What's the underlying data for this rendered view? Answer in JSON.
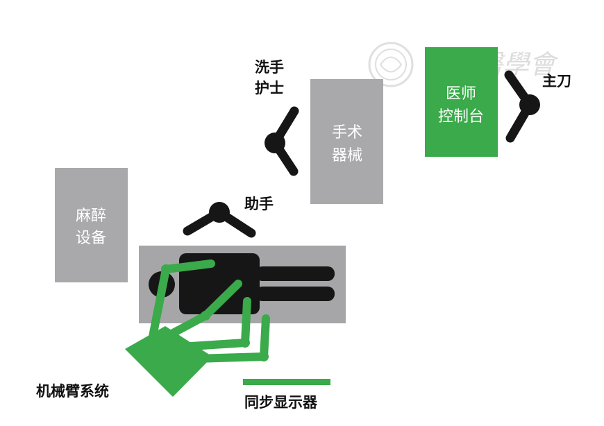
{
  "colors": {
    "gray": "#a9a9ab",
    "green": "#3aaa4a",
    "dark": "#161616",
    "table": "#a6a6a8",
    "watermark": "#dcdcdc"
  },
  "labels": {
    "scrub_nurse_line1": "洗手",
    "scrub_nurse_line2": "护士",
    "surgeon": "主刀",
    "assistant": "助手",
    "robot_arm": "机械臂系统",
    "sync_display": "同步显示器"
  },
  "boxes": {
    "instruments_line1": "手术",
    "instruments_line2": "器械",
    "console_line1": "医师",
    "console_line2": "控制台",
    "anesthesia_line1": "麻醉",
    "anesthesia_line2": "设备"
  },
  "watermark": {
    "text": "中華醫學會"
  }
}
